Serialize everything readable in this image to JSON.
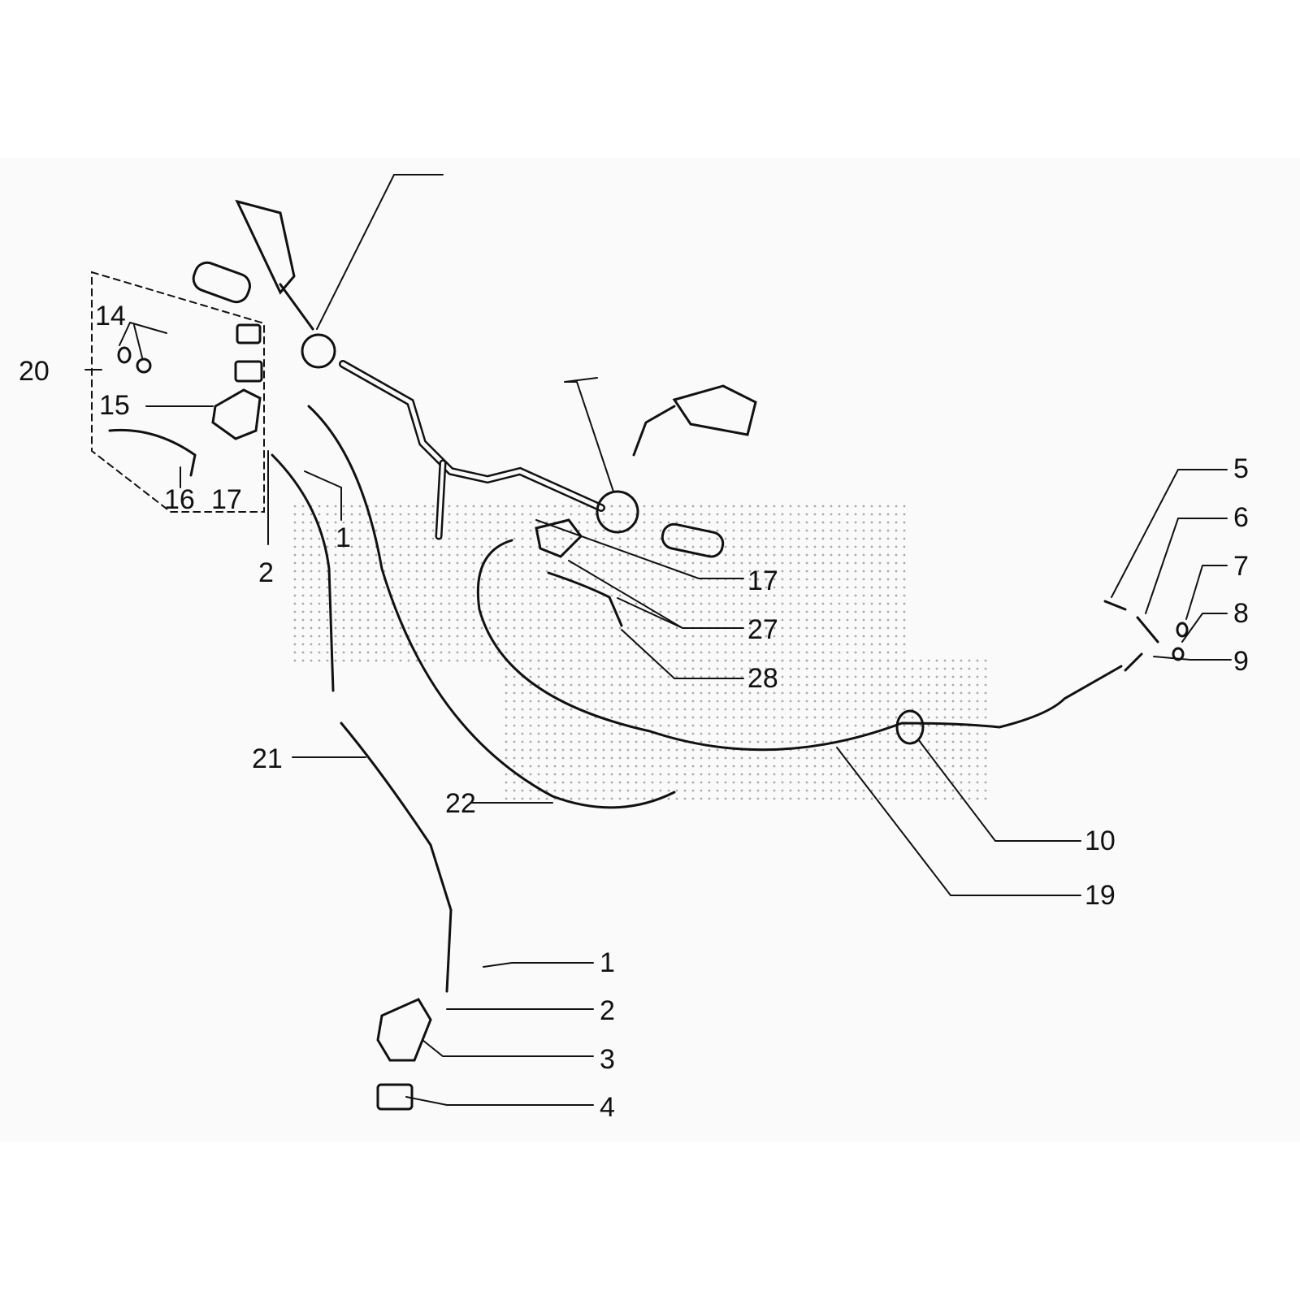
{
  "diagram": {
    "labels": [
      {
        "id": "20",
        "text": "20"
      },
      {
        "id": "14",
        "text": "14"
      },
      {
        "id": "15",
        "text": "15"
      },
      {
        "id": "16",
        "text": "16"
      },
      {
        "id": "17a",
        "text": "17"
      },
      {
        "id": "2a",
        "text": "2"
      },
      {
        "id": "1a",
        "text": "1"
      },
      {
        "id": "5",
        "text": "5"
      },
      {
        "id": "6",
        "text": "6"
      },
      {
        "id": "7",
        "text": "7"
      },
      {
        "id": "8",
        "text": "8"
      },
      {
        "id": "9",
        "text": "9"
      },
      {
        "id": "17b",
        "text": "17"
      },
      {
        "id": "27",
        "text": "27"
      },
      {
        "id": "28",
        "text": "28"
      },
      {
        "id": "10",
        "text": "10"
      },
      {
        "id": "19",
        "text": "19"
      },
      {
        "id": "21",
        "text": "21"
      },
      {
        "id": "22",
        "text": "22"
      },
      {
        "id": "1b",
        "text": "1"
      },
      {
        "id": "2b",
        "text": "2"
      },
      {
        "id": "3",
        "text": "3"
      },
      {
        "id": "4",
        "text": "4"
      }
    ]
  }
}
